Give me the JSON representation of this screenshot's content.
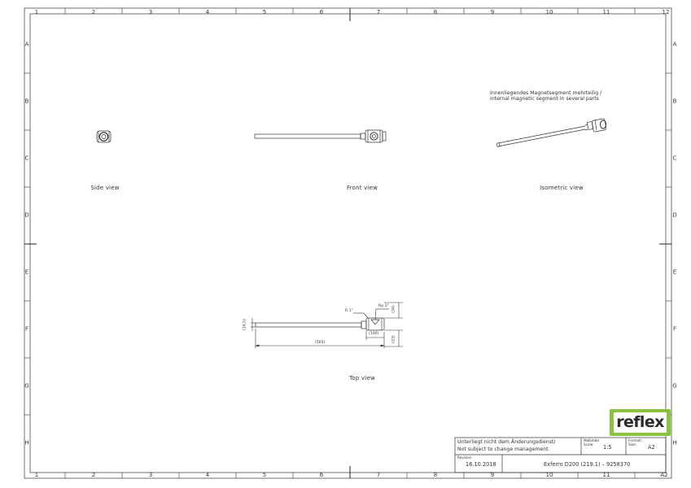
{
  "border": {
    "columns": [
      "1",
      "2",
      "3",
      "4",
      "5",
      "6",
      "7",
      "8",
      "9",
      "10",
      "11",
      "12"
    ],
    "rows": [
      "A",
      "B",
      "C",
      "D",
      "E",
      "F",
      "G",
      "H"
    ],
    "bottom_corner": "A2"
  },
  "views": {
    "side": "Side view",
    "front": "Front view",
    "isometric": "Isometric view",
    "top": "Top view"
  },
  "isometric_note": {
    "line1": "Innenliegendes Magnetsegment mehrteilig /",
    "line2": "internal magnetic segment in several parts"
  },
  "top_view_dims": {
    "left_height": "(16,5)",
    "thread_left": "R 1\"",
    "thread_right": "Rp 1\"",
    "height_right_top": "(34)",
    "body_length": "(100)",
    "height_right_bottom": "(23)",
    "total_length": "(565)"
  },
  "title_block": {
    "logo": "reflex",
    "management_de": "Unterliegt nicht dem Änderungsdienst/",
    "management_en": "Not subject to change management",
    "scale_label_de": "Maßstab/",
    "scale_label_en": "Scale:",
    "scale_value": "1:5",
    "format_label_de": "Format/",
    "format_label_en": "Size:",
    "format_value": "A2",
    "revision_label": "Revision",
    "revision_value": "16.10.2018",
    "product": "Exferro D200 (219.1) – 9258370"
  }
}
